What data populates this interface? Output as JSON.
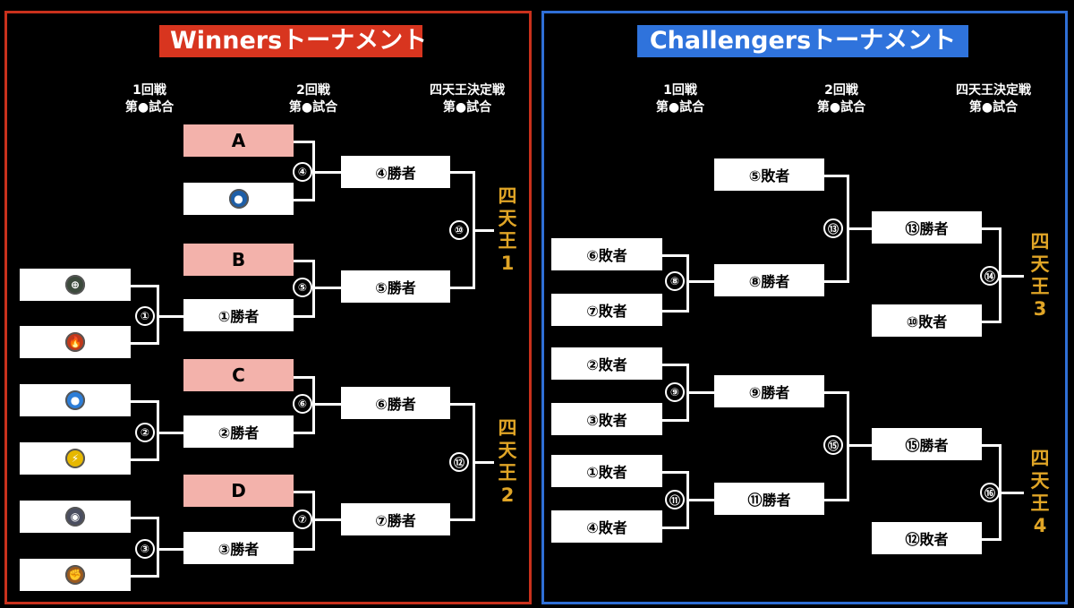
{
  "winners": {
    "title": "Winnersトーナメント",
    "headers": [
      {
        "line1": "1回戦",
        "line2": "第●試合"
      },
      {
        "line1": "2回戦",
        "line2": "第●試合"
      },
      {
        "line1": "四天王決定戦",
        "line2": "第●試合"
      }
    ],
    "first_round_icons": [
      {
        "icon": "grass-type-icon",
        "symbol": "⊕",
        "color": "#3c4a3c"
      },
      {
        "icon": "fire-type-icon",
        "symbol": "🔥",
        "color": "#c0391b"
      },
      {
        "icon": "water-type-icon",
        "symbol": "●",
        "color": "#2d7ed8"
      },
      {
        "icon": "electric-type-icon",
        "symbol": "⚡",
        "color": "#e6b800"
      },
      {
        "icon": "psychic-type-icon",
        "symbol": "◉",
        "color": "#4a4e60"
      },
      {
        "icon": "fighting-type-icon",
        "symbol": "✊",
        "color": "#9b5a1e"
      }
    ],
    "first_round_match_numbers": [
      "①",
      "②",
      "③"
    ],
    "seeds": [
      "A",
      "B",
      "C",
      "D"
    ],
    "seed_a_partner_icon": {
      "icon": "dark-water-type-icon",
      "symbol": "●",
      "color": "#1e5fa8"
    },
    "second_round_slots": [
      "①勝者",
      "②勝者",
      "③勝者"
    ],
    "second_round_match_numbers": [
      "④",
      "⑤",
      "⑥",
      "⑦"
    ],
    "third_round_slots": [
      "④勝者",
      "⑤勝者",
      "⑥勝者",
      "⑦勝者"
    ],
    "third_round_match_numbers": [
      "⑩",
      "⑫"
    ],
    "finals": [
      {
        "chars": [
          "四",
          "天",
          "王",
          "1"
        ]
      },
      {
        "chars": [
          "四",
          "天",
          "王",
          "2"
        ]
      }
    ]
  },
  "challengers": {
    "title": "Challengersトーナメント",
    "headers": [
      {
        "line1": "1回戦",
        "line2": "第●試合"
      },
      {
        "line1": "2回戦",
        "line2": "第●試合"
      },
      {
        "line1": "四天王決定戦",
        "line2": "第●試合"
      }
    ],
    "first_round_slots": [
      "⑥敗者",
      "⑦敗者",
      "②敗者",
      "③敗者",
      "①敗者",
      "④敗者"
    ],
    "first_round_match_numbers": [
      "⑧",
      "⑨",
      "⑪"
    ],
    "second_round_slots": [
      "⑤敗者",
      "⑧勝者",
      "⑨勝者",
      "⑪勝者"
    ],
    "second_round_match_numbers": [
      "⑬",
      "⑮"
    ],
    "third_round_slots": [
      "⑬勝者",
      "⑩敗者",
      "⑮勝者",
      "⑫敗者"
    ],
    "third_round_match_numbers": [
      "⑭",
      "⑯"
    ],
    "finals": [
      {
        "chars": [
          "四",
          "天",
          "王",
          "3"
        ]
      },
      {
        "chars": [
          "四",
          "天",
          "王",
          "4"
        ]
      }
    ]
  }
}
